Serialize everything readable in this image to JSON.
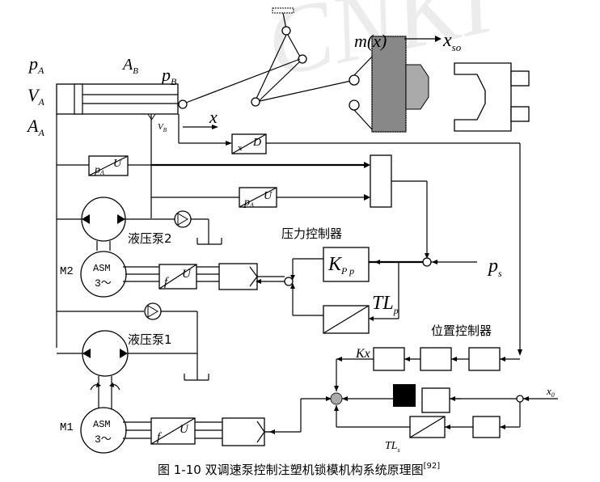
{
  "caption": {
    "text": "图 1-10 双调速泵控制注塑机锁模机构系统原理图",
    "ref": "[92]"
  },
  "watermark": "CNKI",
  "cylinder": {
    "pA": {
      "sym": "p",
      "sub": "A"
    },
    "VA": {
      "sym": "V",
      "sub": "A"
    },
    "AA": {
      "sym": "A",
      "sub": "A"
    },
    "AB": {
      "sym": "A",
      "sub": "B"
    },
    "pB": {
      "sym": "p",
      "sub": "B"
    },
    "VB": {
      "sym": "V",
      "sub": "B"
    }
  },
  "signals": {
    "x": "x",
    "mx": "m(x)",
    "xso": {
      "sym": "x",
      "sub": "so"
    },
    "ps": {
      "sym": "p",
      "sub": "s"
    },
    "x0": {
      "sym": "x",
      "sub": "0"
    }
  },
  "blocks": {
    "disp_sensor": {
      "left": "x",
      "right": "D"
    },
    "pa_sensor_1": {
      "left": "p",
      "sub": "A",
      "right": "U"
    },
    "pa_sensor_2": {
      "left": "p",
      "sub": "A",
      "right": "U"
    },
    "kpp": {
      "sym": "K",
      "sub": "P p"
    },
    "tlp": {
      "sym": "TL",
      "sub": "p"
    },
    "kx": "Kx",
    "tls": {
      "sym": "TL",
      "sub": "s"
    },
    "vfd2": {
      "left": "f",
      "right": "U"
    },
    "vfd1": {
      "left": "f",
      "right": "U"
    }
  },
  "labels": {
    "pump2": "液压泵2",
    "pump1": "液压泵1",
    "pressure_ctrl": "压力控制器",
    "position_ctrl": "位置控制器",
    "motor2": "M2",
    "motor1": "M1",
    "asm": "ASM",
    "three_phase": "3～"
  }
}
